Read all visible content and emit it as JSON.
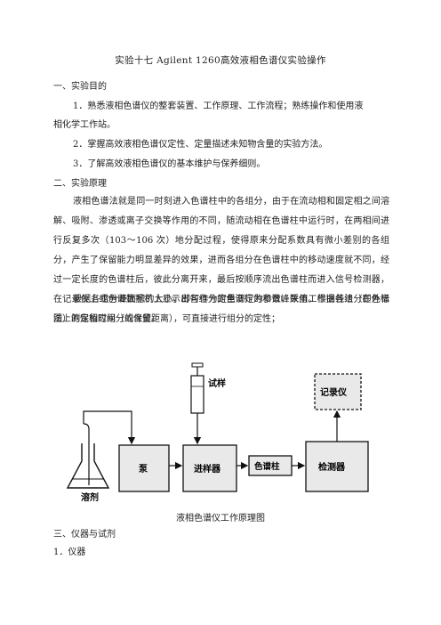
{
  "title": "实验十七 Agilent 1260高效液相色谱仪实验操作",
  "s1": {
    "heading": "一、实验目的",
    "item1a": "1．熟悉液相色谱仪的整套装置、工作原理、工作流程；熟练操作和使用液",
    "item1b": "相化学工作站。",
    "item2": "2．掌握高效液相色谱仪定性、定量描述未知物含量的实验方法。",
    "item3": "3．了解高效液相色谱仪的基本维护与保养细则。"
  },
  "s2": {
    "heading": "二、实验原理",
    "p1": "液相色谱法就是同一时刻进入色谱柱中的各组分，由于在流动相和固定相之间溶解、吸附、渗透或离子交换等作用的不同，随流动相在色谱柱中运行时，在两相间进行反复多次（103～106 次）地分配过程，使得原来分配系数具有微小差别的各组分，产生了保留能力明显差异的效果，进而各组分在色谱柱中的移动速度就不同，经过一定长度的色谱柱后，彼此分离开来，最后按顺序流出色谱柱而进入信号检测器，在记录仪上或色谱数据机上显示出各组分的色谱行为和谱峰数值。根据各组分在色谱图上的保留时间（或保留距离），可直接进行组分的定性；",
    "p2": "根据各组分峰面积的大小，即可作为定量测定的参数，采用工作曲线法（即外标法）测定相应组分的含量。"
  },
  "diagram": {
    "solvent": "溶剂",
    "pump": "泵",
    "injector": "进样器",
    "sample": "试样",
    "column": "色谱柱",
    "detector": "检测器",
    "recorder": "记录仪"
  },
  "caption": "液相色谱仪工作原理图",
  "s3": {
    "heading": "三、仪器与试剂",
    "sub1": "1．仪器"
  }
}
